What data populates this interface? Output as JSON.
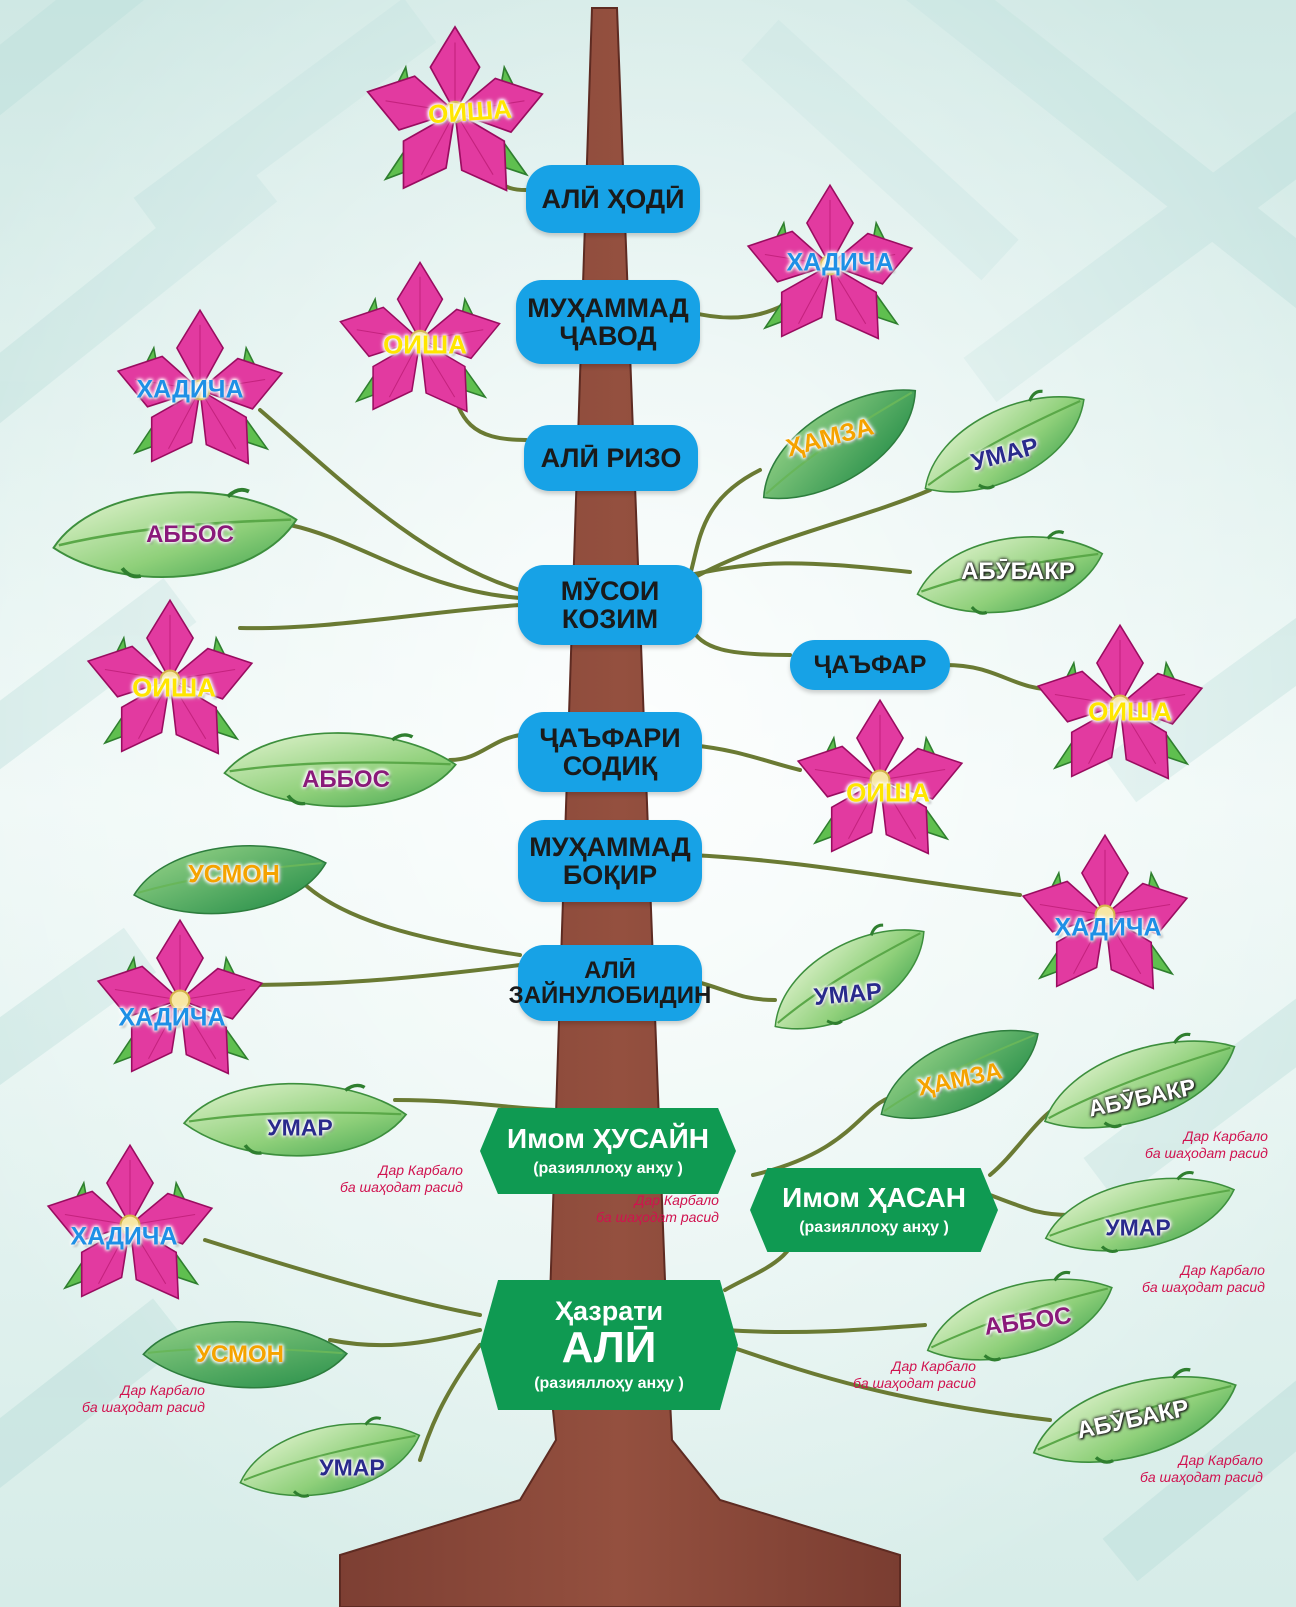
{
  "colors": {
    "background": "#e4f2ef",
    "trunk": "#8c4a3c",
    "branch": "#6a7a33",
    "node_blue": "#17a2e6",
    "node_green": "#0f9a52",
    "petal": "#e23aa0",
    "leaf": "#6cc46a",
    "note": "#d0124f"
  },
  "lineage": {
    "ali": {
      "prefix": "Ҳазрати",
      "name": "АЛӢ",
      "honorific": "(разияллоҳу анҳу )"
    },
    "hasan": {
      "name": "Имом ҲАСАН",
      "honorific": "(разияллоҳу анҳу )"
    },
    "husayn": {
      "name": "Имом ҲУСАЙН",
      "honorific": "(разияллоҳу анҳу )"
    },
    "zaynulobidin": {
      "line1": "АЛӢ",
      "line2": "ЗАЙНУЛОБИДИН"
    },
    "boqir": {
      "line1": "МУҲАММАД",
      "line2": "БОҚИР"
    },
    "sodiq": {
      "line1": "ҶАЪФАРИ",
      "line2": "СОДИҚ"
    },
    "kozim": {
      "line1": "МӮСОИ",
      "line2": "КОЗИМ"
    },
    "jafar": {
      "name": "ҶАЪФАР"
    },
    "rizo": {
      "name": "АЛӢ РИЗО"
    },
    "javod": {
      "line1": "МУҲАММАД",
      "line2": "ҶАВОД"
    },
    "hodi": {
      "name": "АЛӢ ҲОДӢ"
    }
  },
  "children": [
    {
      "name": "ОИША",
      "kind": "flower",
      "color": "#ffe600"
    },
    {
      "name": "ХАДИЧА",
      "kind": "flower",
      "color": "#1e90e6"
    },
    {
      "name": "ОИША",
      "kind": "flower",
      "color": "#ffe600"
    },
    {
      "name": "ХАДИЧА",
      "kind": "flower",
      "color": "#1e90e6"
    },
    {
      "name": "ҲАМЗА",
      "kind": "leaf",
      "color": "#f5a300"
    },
    {
      "name": "УМАР",
      "kind": "leaf",
      "color": "#2a2a8c"
    },
    {
      "name": "АББОС",
      "kind": "leaf",
      "color": "#8a1a7a"
    },
    {
      "name": "АБӮБАКР",
      "kind": "leaf",
      "color": "#ffffff"
    },
    {
      "name": "ОИША",
      "kind": "flower",
      "color": "#ffe600"
    },
    {
      "name": "ОИША",
      "kind": "flower",
      "color": "#ffe600"
    },
    {
      "name": "АББОС",
      "kind": "leaf",
      "color": "#8a1a7a"
    },
    {
      "name": "ОИША",
      "kind": "flower",
      "color": "#ffe600"
    },
    {
      "name": "УСМОН",
      "kind": "leaf",
      "color": "#f5a300"
    },
    {
      "name": "ХАДИЧА",
      "kind": "flower",
      "color": "#1e90e6"
    },
    {
      "name": "ХАДИЧА",
      "kind": "flower",
      "color": "#1e90e6"
    },
    {
      "name": "УМАР",
      "kind": "leaf",
      "color": "#2a2a8c"
    },
    {
      "name": "ҲАМЗА",
      "kind": "leaf",
      "color": "#f5a300"
    },
    {
      "name": "АБӮБАКР",
      "kind": "leaf",
      "color": "#ffffff"
    },
    {
      "name": "УМАР",
      "kind": "leaf",
      "color": "#2a2a8c"
    },
    {
      "name": "УМАР",
      "kind": "leaf",
      "color": "#2a2a8c"
    },
    {
      "name": "ХАДИЧА",
      "kind": "flower",
      "color": "#1e90e6"
    },
    {
      "name": "УСМОН",
      "kind": "leaf",
      "color": "#f5a300"
    },
    {
      "name": "АББОС",
      "kind": "leaf",
      "color": "#8a1a7a"
    },
    {
      "name": "УМАР",
      "kind": "leaf",
      "color": "#2a2a8c"
    },
    {
      "name": "АБӮБАКР",
      "kind": "leaf",
      "color": "#ffffff"
    }
  ],
  "notes": {
    "line1": "Дар Карбало",
    "line2": "ба шаҳодат расид"
  }
}
